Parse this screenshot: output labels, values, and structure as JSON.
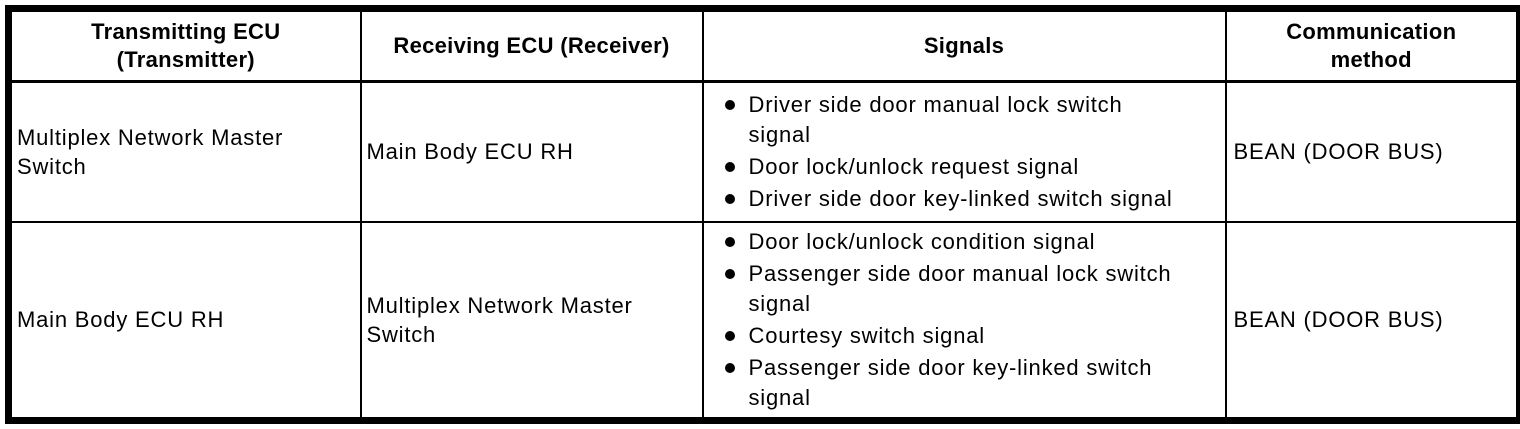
{
  "page": {
    "background_color": "#ffffff",
    "border_color": "#000000",
    "text_color": "#000000"
  },
  "table": {
    "headers": [
      {
        "label": "Transmitting ECU\n(Transmitter)"
      },
      {
        "label": "Receiving ECU (Receiver)"
      },
      {
        "label": "Signals"
      },
      {
        "label": "Communication\nmethod"
      }
    ],
    "rows": [
      {
        "transmitting_ecu": "Multiplex Network Master Switch",
        "receiving_ecu": "Main Body ECU RH",
        "signals": [
          "Driver side door manual lock switch signal",
          "Door lock/unlock request signal",
          "Driver side door key-linked switch signal"
        ],
        "communication_method": "BEAN (DOOR BUS)"
      },
      {
        "transmitting_ecu": "Main Body ECU RH",
        "receiving_ecu": "Multiplex Network Master Switch",
        "signals": [
          "Door lock/unlock condition signal",
          "Passenger side door manual lock switch signal",
          "Courtesy switch signal",
          "Passenger side door key-linked switch signal"
        ],
        "communication_method": "BEAN (DOOR BUS)"
      }
    ]
  }
}
